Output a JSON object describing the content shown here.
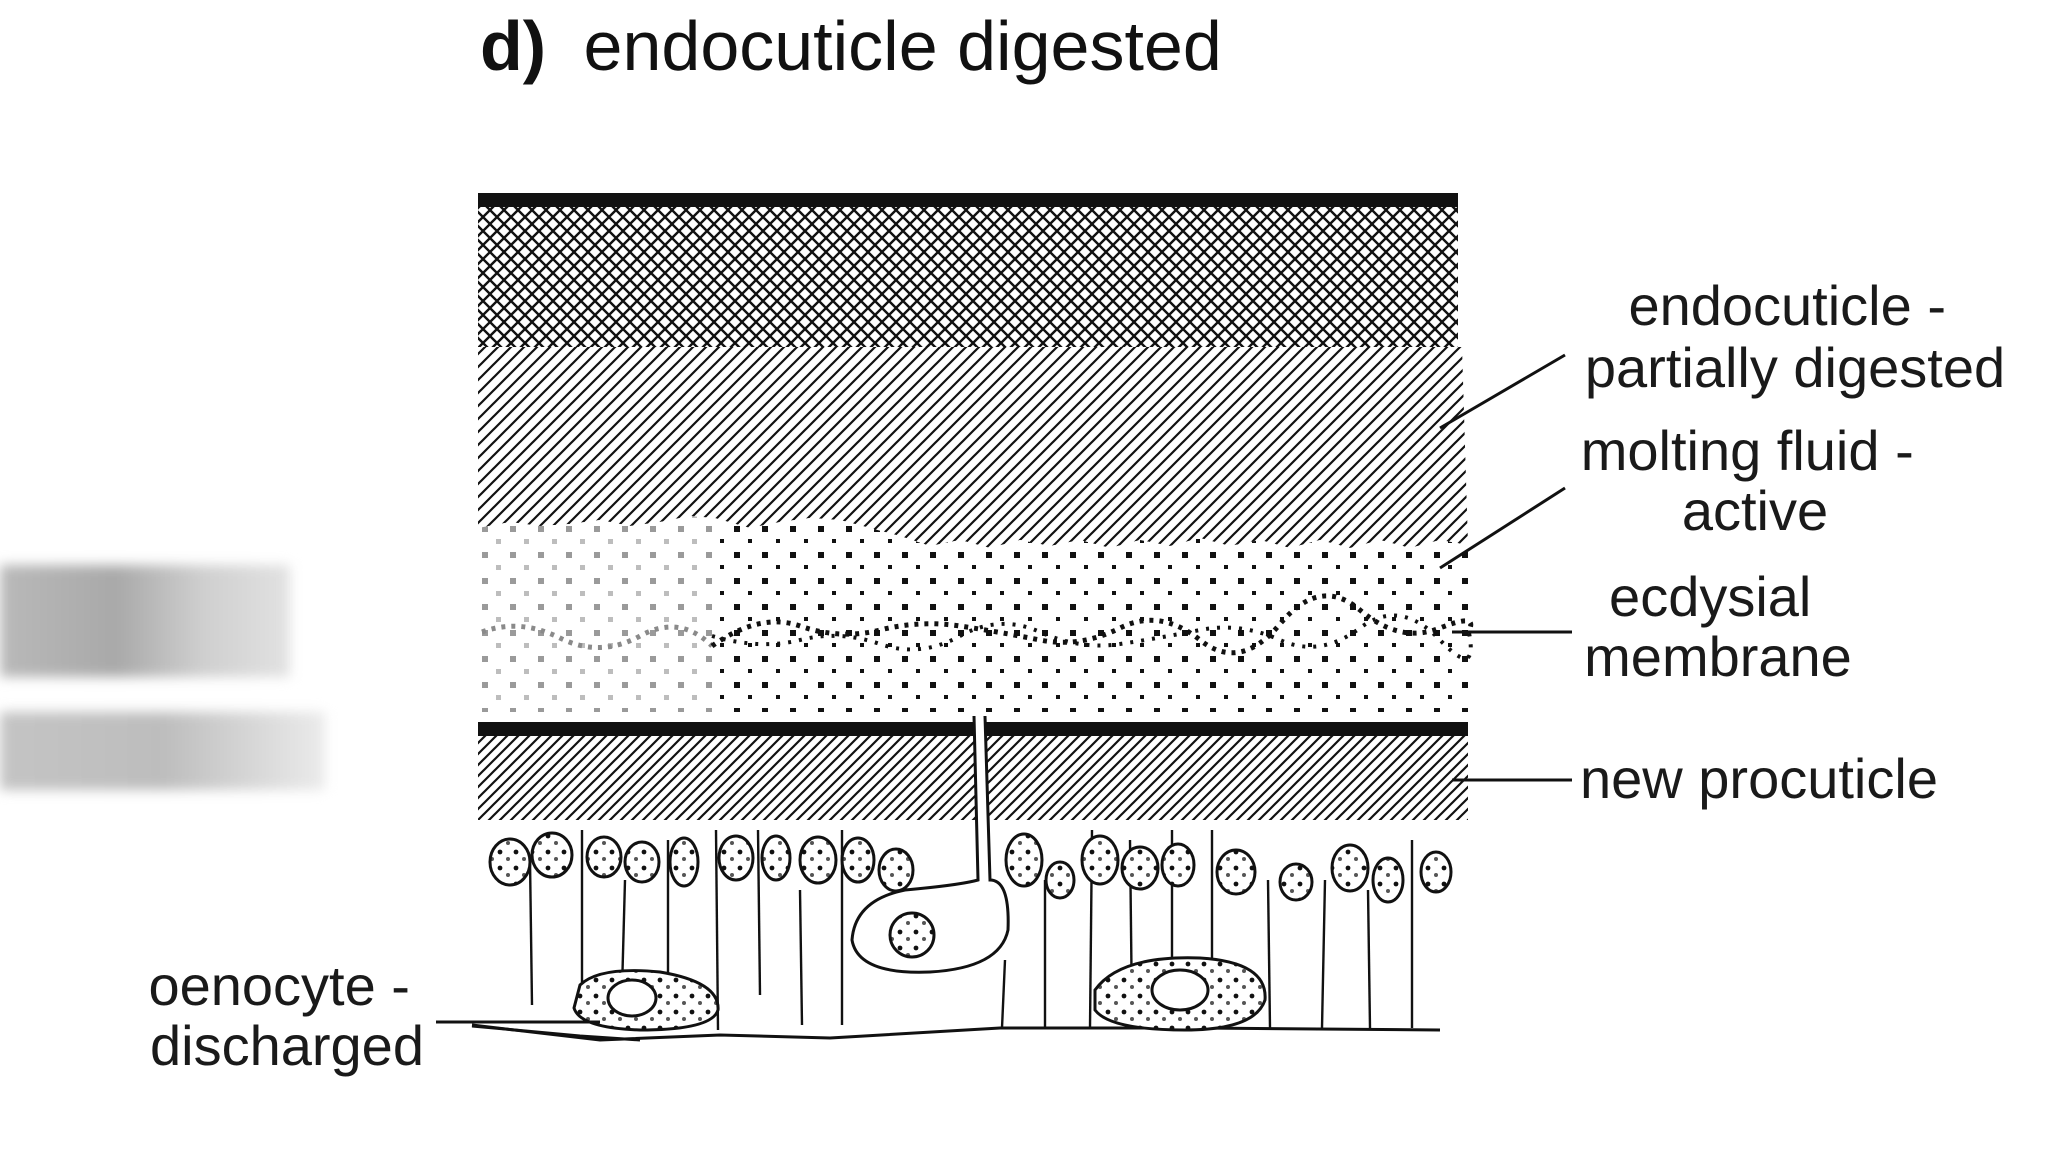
{
  "title": {
    "letter": "d)",
    "text": "endocuticle digested"
  },
  "labels": {
    "endocuticle": [
      "endocuticle -",
      "partially digested"
    ],
    "molting_fluid": [
      "molting fluid -",
      "active"
    ],
    "ecdysial_membrane": [
      "ecdysial",
      "membrane"
    ],
    "new_procuticle": [
      "new procuticle"
    ],
    "oenocyte": [
      "oenocyte -",
      "discharged"
    ]
  },
  "colors": {
    "ink": "#111111",
    "background": "#ffffff",
    "redaction": "#c8c8c8"
  }
}
